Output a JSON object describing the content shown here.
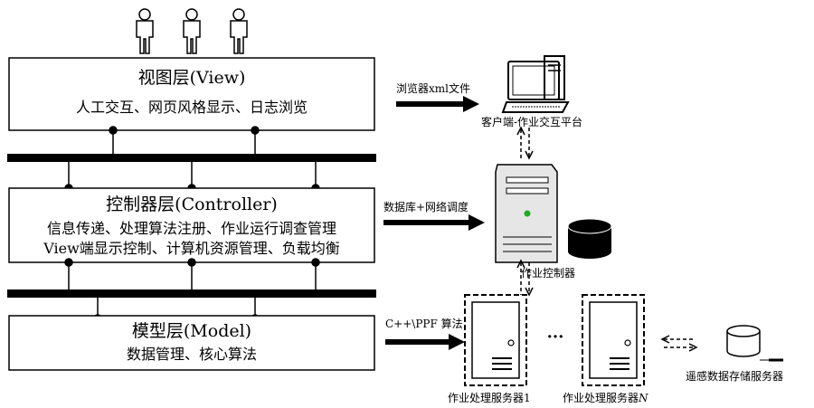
{
  "layers": {
    "view": {
      "title": "视图层(View)",
      "line1": "人工交互、网页风格显示、日志浏览"
    },
    "controller": {
      "title": "控制器层(Controller)",
      "line1": "信息传递、处理算法注册、作业运行调查管理",
      "line2": "View端显示控制、计算机资源管理、负载均衡"
    },
    "model": {
      "title": "模型层(Model)",
      "line1": "数据管理、核心算法"
    }
  },
  "arrows": {
    "view": "浏览器xml文件",
    "controller": "数据库+网络调度",
    "model": "C++\\PPF 算法"
  },
  "nodes": {
    "client": "客户端-作业交互平台",
    "controller": "作业控制器",
    "server1": "作业处理服务器1",
    "serverN_prefix": "作业处理服务器",
    "serverN_suffix": "N",
    "ellipsis": "···",
    "storage": "遥感数据存储服务器"
  },
  "colors": {
    "stroke": "#000000",
    "server_fill": "#e6e6e6",
    "led": "#22aa22"
  }
}
